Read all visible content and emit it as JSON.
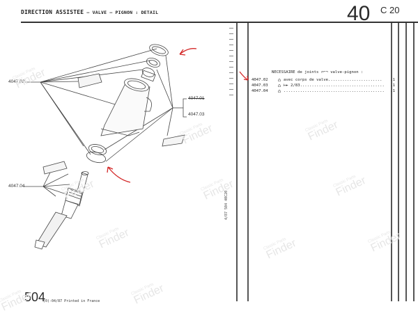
{
  "header": {
    "title_main": "DIRECTION ASSISTEE",
    "title_sub": " – VALVE – PIGNON : DETAIL",
    "section_number": "40",
    "section_code": "C 20"
  },
  "diagram": {
    "labels": [
      {
        "id": "4047.02",
        "struck": false
      },
      {
        "id": "4047.04",
        "struck": false
      },
      {
        "id": "4047.01",
        "struck": true
      },
      {
        "id": "4047.03",
        "struck": false
      }
    ]
  },
  "parts_list": {
    "heading": "NECESSAIRE de joints r⌐¬ valve-pignon :",
    "rows": [
      {
        "ref": "4047.02",
        "glyph": "⌂",
        "desc": "avec corps de valve.......................",
        "qty": ".1"
      },
      {
        "ref": "4047.03",
        "glyph": "⌂",
        "desc": "⊢► 2/83....................................",
        "qty": ".1"
      },
      {
        "ref": "4047.04",
        "glyph": "⌂",
        "desc": "...........................................",
        "qty": ".1"
      }
    ]
  },
  "side_code": "4/87   504   40C20",
  "footer": {
    "model": "504",
    "text": "(0)-04/87 Printed in France"
  },
  "watermark": {
    "line1": "Classic Parts",
    "line2": "Finder"
  },
  "colors": {
    "ink": "#333333",
    "annotation_red": "#d42a2a",
    "watermark": "#e6e6e6"
  }
}
